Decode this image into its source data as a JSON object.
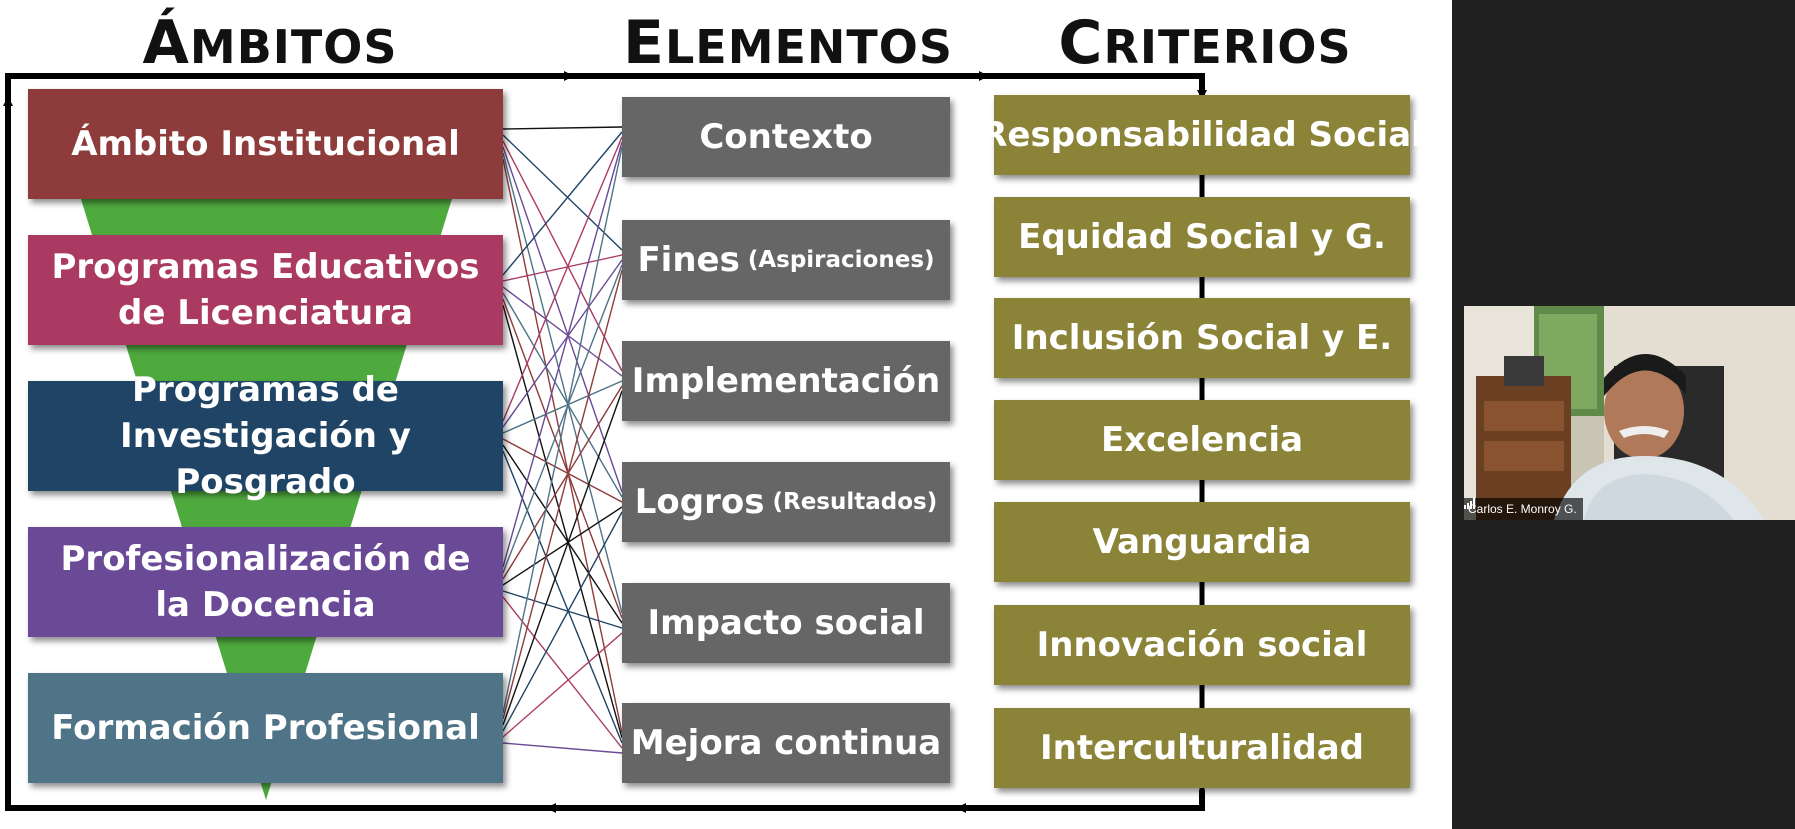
{
  "headings": {
    "ambitos": "Ámbitos",
    "elementos": "Elementos",
    "criterios": "Criterios"
  },
  "ambitos": [
    {
      "label": "Ámbito Institucional",
      "color": "#8e3b3b"
    },
    {
      "label": "Programas Educativos de Licenciatura",
      "color": "#ab3a62"
    },
    {
      "label": "Programas de Investigación y Posgrado",
      "color": "#1f4466"
    },
    {
      "label": "Profesionalización de la Docencia",
      "color": "#6a4a97"
    },
    {
      "label": "Formación Profesional",
      "color": "#4f7487"
    }
  ],
  "elementos": [
    {
      "label": "Contexto",
      "note": ""
    },
    {
      "label": "Fines",
      "note": "(Aspiraciones)"
    },
    {
      "label": "Implementación",
      "note": ""
    },
    {
      "label": "Logros",
      "note": "(Resultados)"
    },
    {
      "label": "Impacto social",
      "note": ""
    },
    {
      "label": "Mejora continua",
      "note": ""
    }
  ],
  "criterios": [
    "Responsabilidad Social",
    "Equidad Social y G.",
    "Inclusión Social y E.",
    "Excelencia",
    "Vanguardia",
    "Innovación social",
    "Interculturalidad"
  ],
  "colors": {
    "funnel": "#4faa3e",
    "element_box": "#666666",
    "criteria_box": "#8a8338",
    "line_palette": [
      "#8e3b3b",
      "#ab3a62",
      "#1f4466",
      "#6a4a97",
      "#4f7487"
    ]
  },
  "participant": {
    "name": "Carlos E. Monroy G.",
    "signal_icon": "signal-bars-icon"
  }
}
